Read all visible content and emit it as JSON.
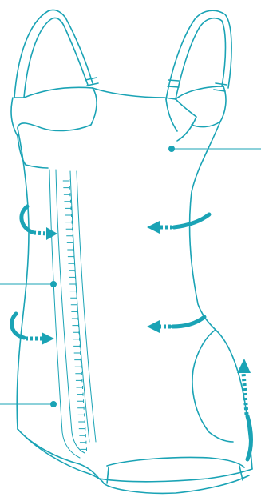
{
  "colors": {
    "outline": "#1aa3b5",
    "accent": "#1aa3b5",
    "background": "#ffffff"
  },
  "garment": {
    "name": "bodysuit-shapewear",
    "features": [
      "adjustable-straps",
      "hook-and-eye-front-closure",
      "compression-panels",
      "open-gusset-leg"
    ]
  },
  "callouts": [
    {
      "id": "bust-callout",
      "side": "right"
    },
    {
      "id": "waist-callout",
      "side": "left"
    },
    {
      "id": "hip-callout",
      "side": "left"
    }
  ],
  "arrows": [
    {
      "id": "left-upper-wrap-arrow",
      "direction": "inward"
    },
    {
      "id": "left-lower-wrap-arrow",
      "direction": "inward"
    },
    {
      "id": "right-waist-arrow",
      "direction": "inward"
    },
    {
      "id": "right-hip-arrow",
      "direction": "inward"
    },
    {
      "id": "seat-lift-arrow",
      "direction": "upward"
    }
  ]
}
